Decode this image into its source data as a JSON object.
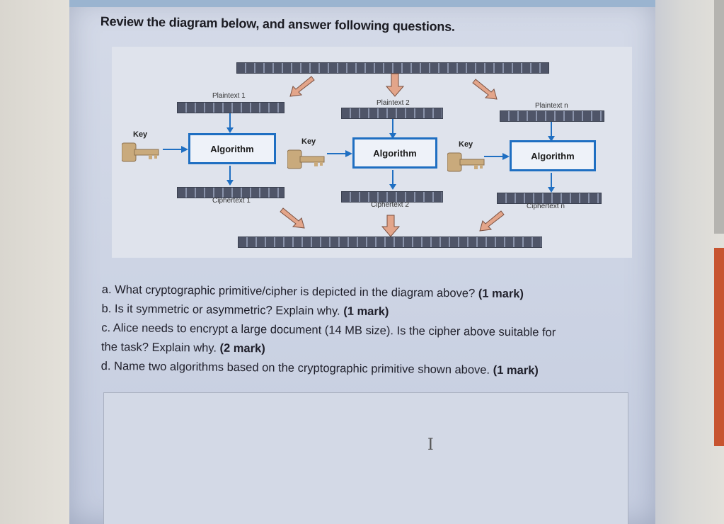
{
  "header": {
    "title": "Review the diagram below, and answer following questions."
  },
  "diagram": {
    "blocks": [
      {
        "plaintext": "Plaintext 1",
        "key": "Key",
        "algorithm": "Algorithm",
        "ciphertext": "Ciphertext 1"
      },
      {
        "plaintext": "Plaintext 2",
        "key": "Key",
        "algorithm": "Algorithm",
        "ciphertext": "Ciphertext 2"
      },
      {
        "plaintext": "Plaintext n",
        "key": "Key",
        "algorithm": "Algorithm",
        "ciphertext": "Ciphertext n"
      }
    ]
  },
  "questions": [
    {
      "text": "a. What cryptographic primitive/cipher is depicted in the diagram above?",
      "mark": "(1 mark)"
    },
    {
      "text": "b. Is it symmetric or asymmetric? Explain why.",
      "mark": "(1 mark)"
    },
    {
      "text": "c. Alice needs to encrypt a large document (14 MB size). Is the cipher above suitable for",
      "text2": "the task? Explain why.",
      "mark": "(2 mark)"
    },
    {
      "text": "d. Name two algorithms based on the cryptographic primitive shown above.",
      "mark": "(1 mark)"
    }
  ],
  "answer": {
    "value": ""
  },
  "icons": {
    "key": "key-icon",
    "cursor": "text-cursor-icon"
  },
  "colors": {
    "algorithm_border": "#1f6fc2",
    "arrow_fill": "#e3a58a"
  }
}
